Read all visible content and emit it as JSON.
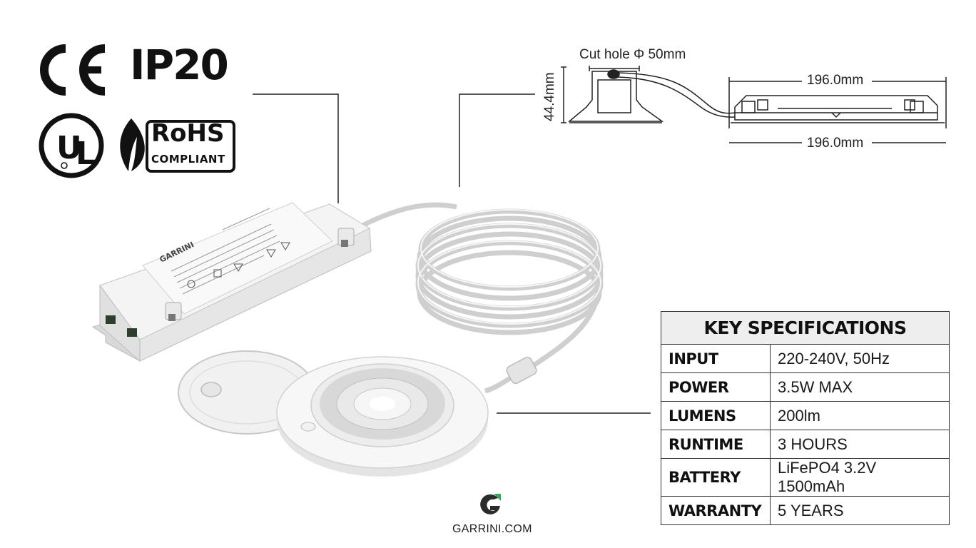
{
  "certifications": {
    "ce_mark": "CE",
    "ip_rating": "IP20",
    "ul_mark": "UL",
    "rohs_title": "RoHS",
    "rohs_subtitle": "COMPLIANT"
  },
  "drawing": {
    "cut_hole": "Cut hole Φ 50mm",
    "height": "44.4mm",
    "driver_length_top": "196.0mm",
    "driver_length_bottom": "196.0mm"
  },
  "driver": {
    "brand": "GARRINI"
  },
  "specifications": {
    "title": "KEY SPECIFICATIONS",
    "rows": [
      {
        "key": "INPUT",
        "value": "220-240V, 50Hz"
      },
      {
        "key": "POWER",
        "value": "3.5W MAX"
      },
      {
        "key": "LUMENS",
        "value": "200lm"
      },
      {
        "key": "RUNTIME",
        "value": "3 HOURS"
      },
      {
        "key": "BATTERY",
        "value": "LiFePO4 3.2V 1500mAh"
      },
      {
        "key": "WARRANTY",
        "value": "5 YEARS"
      }
    ]
  },
  "footer": {
    "website": "GARRINI.COM"
  },
  "colors": {
    "logo_green": "#3aa655",
    "logo_dark": "#2b2b2b",
    "table_header_bg": "#eeeeee"
  }
}
